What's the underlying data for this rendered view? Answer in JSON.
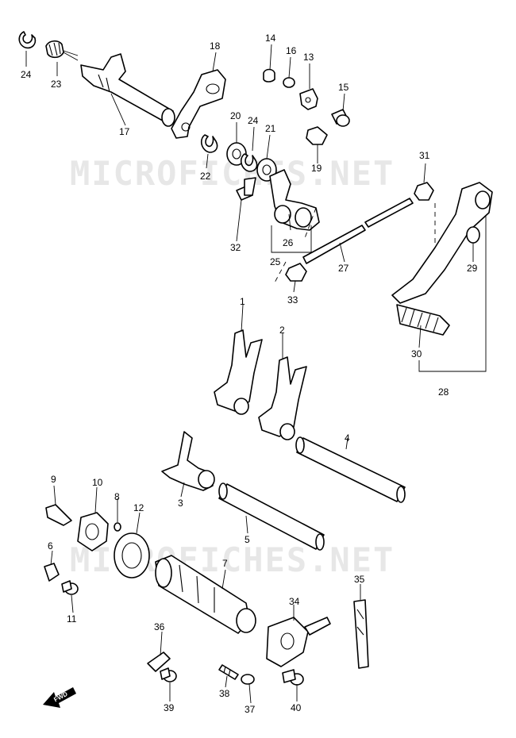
{
  "watermark": "MICROFICHES.NET",
  "fwd_label": "FWD",
  "callouts": {
    "p1": "1",
    "p2": "2",
    "p3": "3",
    "p4": "4",
    "p5": "5",
    "p6": "6",
    "p7": "7",
    "p8": "8",
    "p9": "9",
    "p10": "10",
    "p11": "11",
    "p12": "12",
    "p13": "13",
    "p14": "14",
    "p15": "15",
    "p16": "16",
    "p17": "17",
    "p18": "18",
    "p19": "19",
    "p20": "20",
    "p21": "21",
    "p22": "22",
    "p23": "23",
    "p24a": "24",
    "p24b": "24",
    "p25": "25",
    "p26": "26",
    "p27": "27",
    "p28": "28",
    "p29": "29",
    "p30": "30",
    "p31": "31",
    "p32": "32",
    "p33": "33",
    "p34": "34",
    "p35": "35",
    "p36": "36",
    "p37": "37",
    "p38": "38",
    "p39": "39",
    "p40": "40"
  }
}
